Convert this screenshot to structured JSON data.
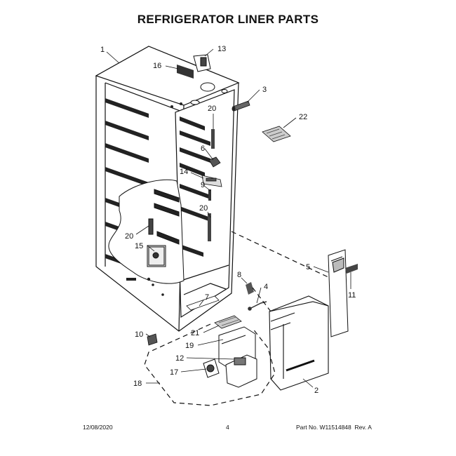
{
  "title": "REFRIGERATOR LINER PARTS",
  "callouts": {
    "c1": "1",
    "c2": "2",
    "c3": "3",
    "c4": "4",
    "c5": "5",
    "c6": "6",
    "c7": "7",
    "c8": "8",
    "c9": "9",
    "c10": "10",
    "c11": "11",
    "c12": "12",
    "c13": "13",
    "c14": "14",
    "c15": "15",
    "c16": "16",
    "c17": "17",
    "c18": "18",
    "c19": "19",
    "c20a": "20",
    "c20b": "20",
    "c20c": "20",
    "c21": "21",
    "c22": "22"
  },
  "footer": {
    "date": "12/08/2020",
    "page": "4",
    "part_no": "Part No. W11514848  Rev. A"
  }
}
